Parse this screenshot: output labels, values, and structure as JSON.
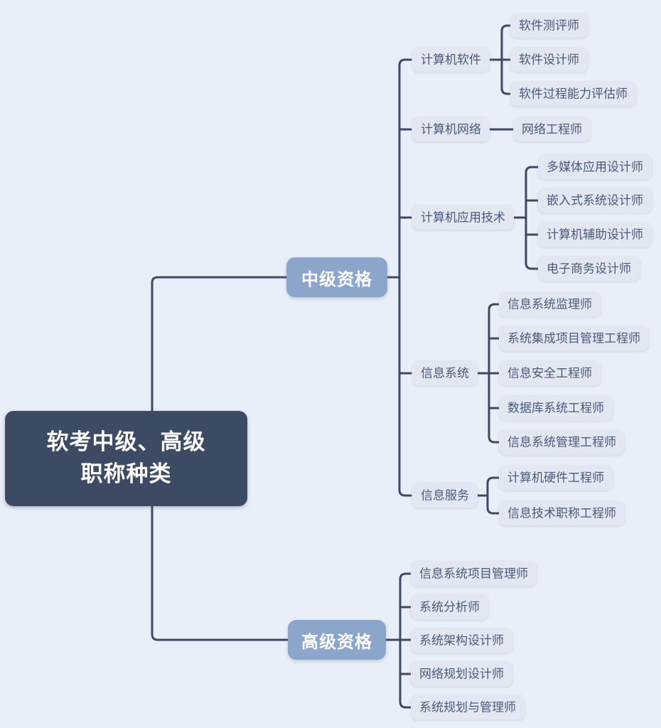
{
  "colors": {
    "page_bg": "#e9eff8",
    "root_bg": "#3d4a63",
    "root_text": "#ffffff",
    "branch_bg": "#8ba5cb",
    "branch_text": "#ffffff",
    "node_bg": "#e3e7f1",
    "node_text": "#4b5a7a",
    "connector": "#3d4a63"
  },
  "root": {
    "label": "软考中级、高级职称种类",
    "lines": [
      "软考中级、高级",
      "职称种类"
    ]
  },
  "branches": [
    {
      "label": "中级资格",
      "groups": [
        {
          "label": "计算机软件",
          "children": [
            "软件测评师",
            "软件设计师",
            "软件过程能力评估师"
          ]
        },
        {
          "label": "计算机网络",
          "children": [
            "网络工程师"
          ]
        },
        {
          "label": "计算机应用技术",
          "children": [
            "多媒体应用设计师",
            "嵌入式系统设计师",
            "计算机辅助设计师",
            "电子商务设计师"
          ]
        },
        {
          "label": "信息系统",
          "children": [
            "信息系统监理师",
            "系统集成项目管理工程师",
            "信息安全工程师",
            "数据库系统工程师",
            "信息系统管理工程师"
          ]
        },
        {
          "label": "信息服务",
          "children": [
            "计算机硬件工程师",
            "信息技术职称工程师"
          ]
        }
      ]
    },
    {
      "label": "高级资格",
      "children": [
        "信息系统项目管理师",
        "系统分析师",
        "系统架构设计师",
        "网络规划设计师",
        "系统规划与管理师"
      ]
    }
  ]
}
